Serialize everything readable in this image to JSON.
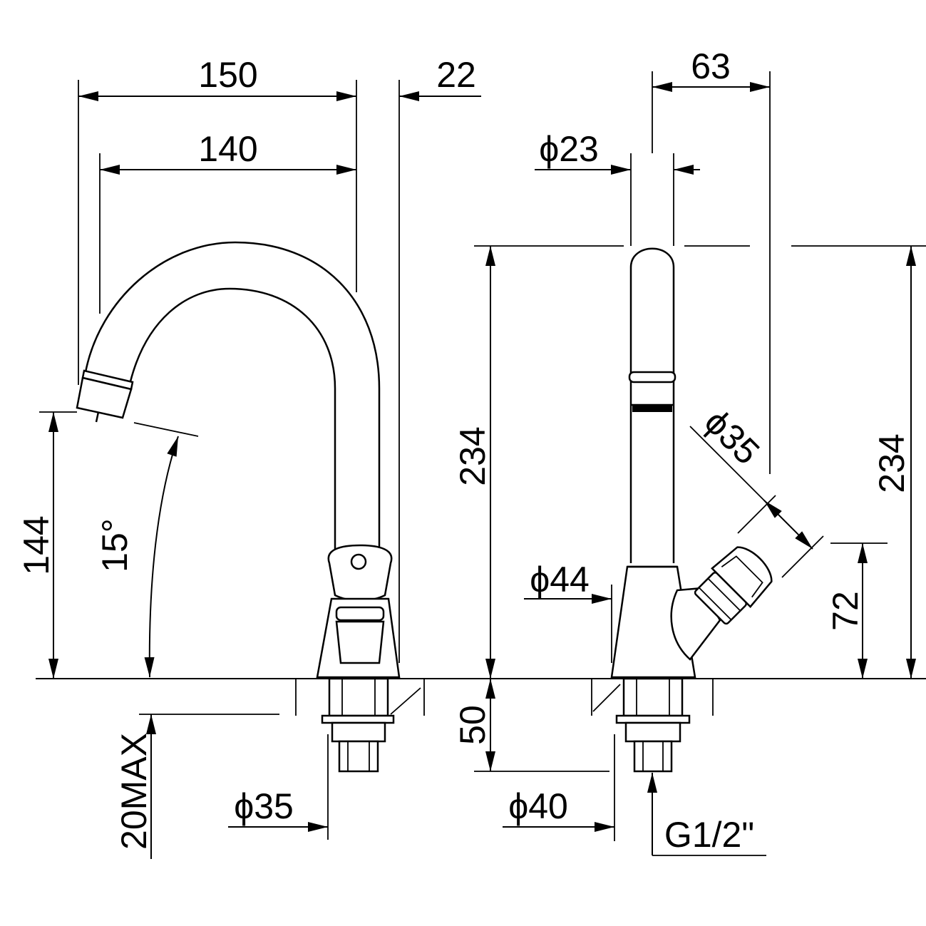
{
  "front_view": {
    "width_overall": "150",
    "width_offset": "22",
    "spout_reach": "140",
    "outlet_height": "144",
    "outlet_angle": "15°",
    "deck_thickness": "20MAX",
    "base_diameter": "ϕ35"
  },
  "side_view": {
    "spout_offset": "63",
    "tube_diameter": "ϕ23",
    "height_left": "234",
    "height_right": "234",
    "handle_diameter": "ϕ35",
    "handle_height": "72",
    "body_diameter": "ϕ44",
    "shank_length": "50",
    "shank_diameter": "ϕ40",
    "thread": "G1/2\""
  }
}
